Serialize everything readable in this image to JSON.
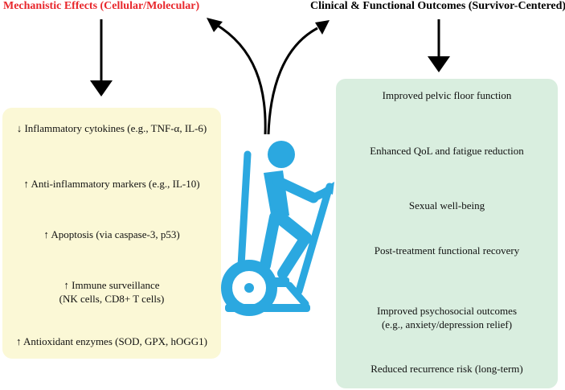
{
  "headings": {
    "left": "Mechanistic Effects (Cellular/Molecular)",
    "right": "Clinical & Functional Outcomes (Survivor-Centered)"
  },
  "colors": {
    "left_heading": "#e8262b",
    "left_panel": "#fbf8d6",
    "right_panel": "#d9eedf",
    "figure": "#2ba8e0",
    "arrows": "#000000"
  },
  "mechanistic_effects": [
    "↓ Inflammatory cytokines (e.g., TNF-α, IL-6)",
    "↑ Anti-inflammatory markers (e.g., IL-10)",
    "↑ Apoptosis (via caspase-3, p53)",
    "↑ Immune surveillance",
    "(NK cells, CD8+ T cells)",
    "↑ Antioxidant enzymes (SOD, GPX, hOGG1)"
  ],
  "clinical_outcomes": [
    "Improved pelvic floor function",
    "Enhanced QoL and fatigue reduction",
    "Sexual well-being",
    "Post-treatment functional recovery",
    "Improved psychosocial outcomes",
    "(e.g., anxiety/depression relief)",
    "Reduced recurrence risk (long-term)"
  ],
  "central_icon": "person-on-elliptical-trainer-icon"
}
